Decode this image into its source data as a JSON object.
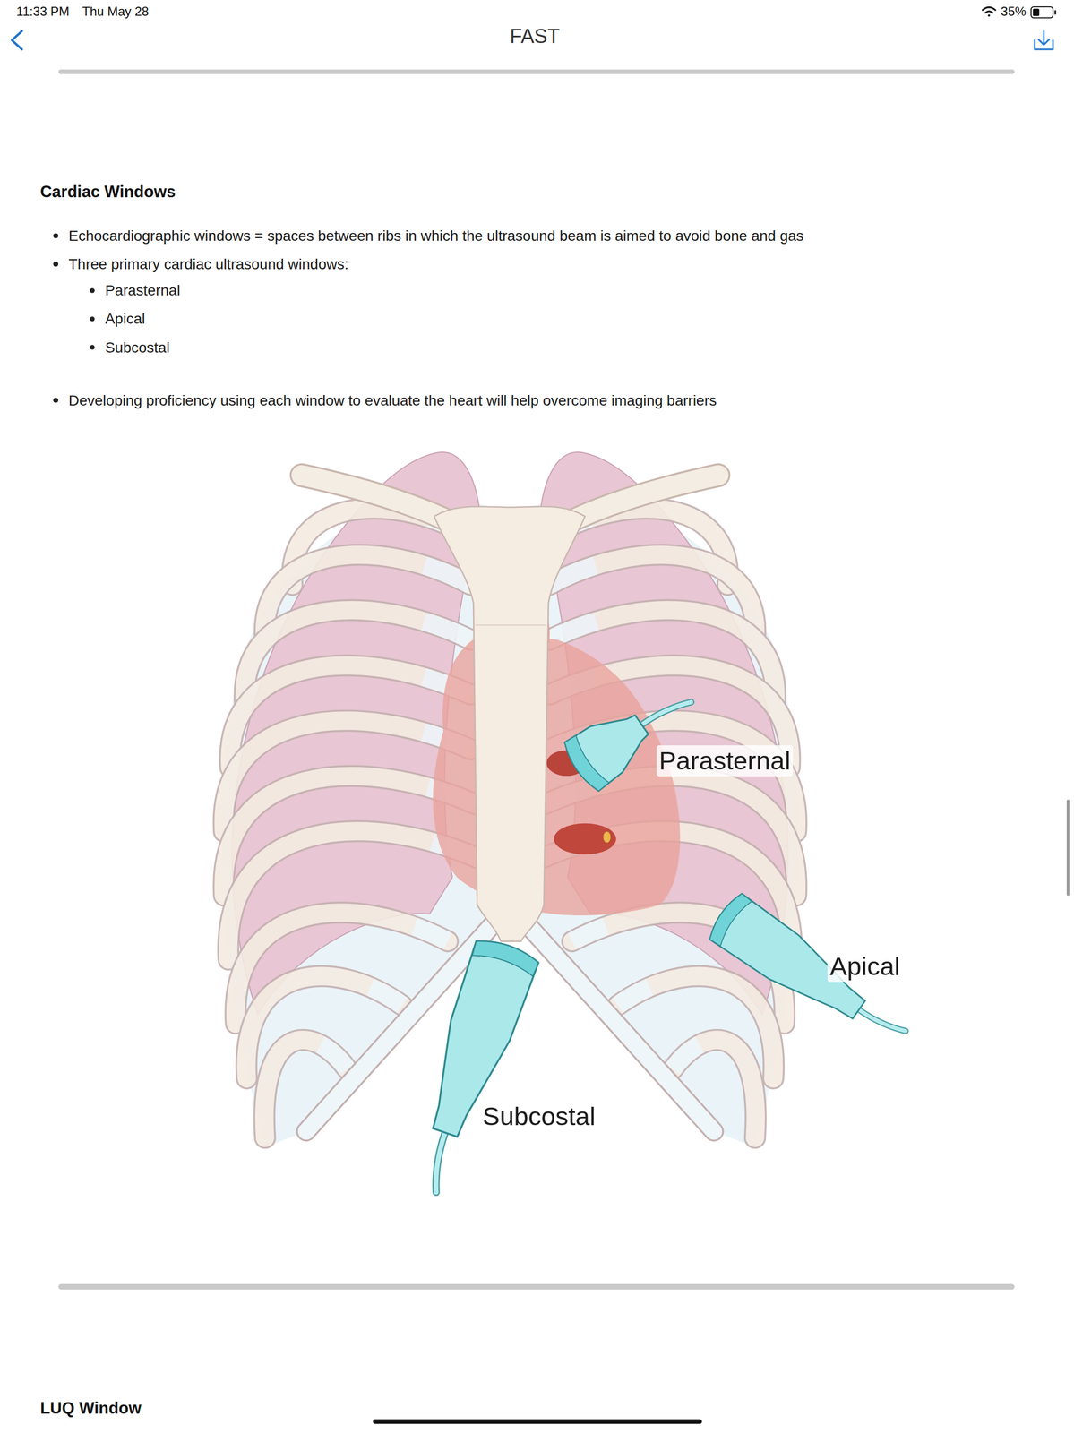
{
  "diagram": {
    "title": "FAST",
    "labels": [
      "11:33 PM",
      "Thu May 28",
      "35%",
      "Cardiac Windows",
      "Echocardiographic windows = spaces between ribs in which the ultrasound beam is aimed to avoid bone and gas",
      "Three primary cardiac ultrasound windows:",
      "Parasternal",
      "Apical",
      "Subcostal",
      "Developing proficiency using each window to evaluate the heart will help overcome imaging barriers",
      "Parasternal",
      "Apical",
      "Subcostal",
      "LUQ Window"
    ]
  }
}
